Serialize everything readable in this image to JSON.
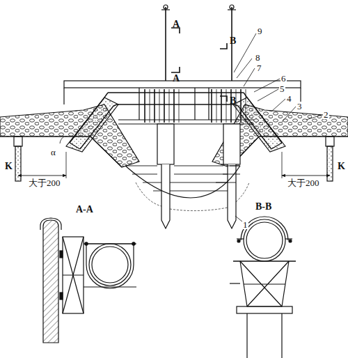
{
  "diagram": {
    "labels": [
      "9",
      "A",
      "B",
      "8",
      "7",
      "6",
      "5",
      "4",
      "3",
      "2",
      "A",
      "B",
      "K",
      "α",
      "大于200",
      "大于200",
      "K",
      "1",
      "A-A",
      "B-B"
    ]
  }
}
